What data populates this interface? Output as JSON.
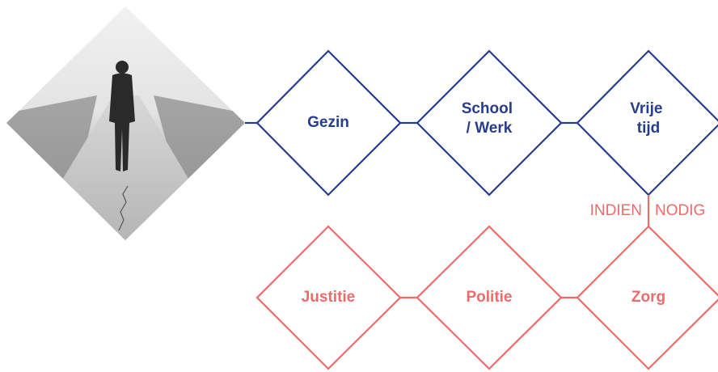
{
  "colors": {
    "primary": "#263d8c",
    "secondary": "#ee6b6b",
    "background": "#ffffff"
  },
  "photo": {
    "description_icon": "person-walking-on-foggy-road"
  },
  "top_row": [
    {
      "lines": [
        "Gezin"
      ]
    },
    {
      "lines": [
        "School",
        "/ Werk"
      ]
    },
    {
      "lines": [
        "Vrije",
        "tijd"
      ]
    }
  ],
  "bottom_row": [
    {
      "lines": [
        "Justitie"
      ]
    },
    {
      "lines": [
        "Politie"
      ]
    },
    {
      "lines": [
        "Zorg"
      ]
    }
  ],
  "connector": {
    "left_text": "INDIEN",
    "right_text": "NODIG"
  }
}
